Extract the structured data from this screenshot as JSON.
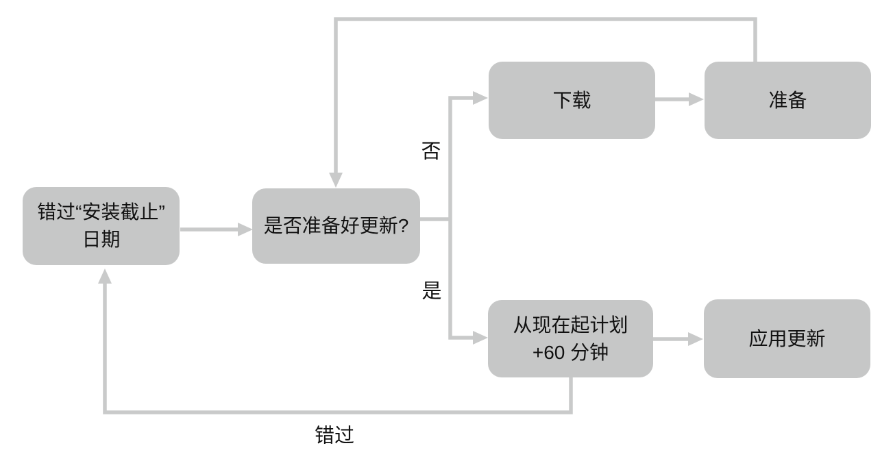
{
  "theme": {
    "background": "#ffffff",
    "node_fill": "#c6c7c7",
    "connector_color": "#c9caca",
    "text_color": "#111111"
  },
  "diagram_type": "flowchart",
  "nodes": [
    {
      "id": "missed-install-deadline",
      "lines": [
        "错过“安装截止”",
        "日期"
      ]
    },
    {
      "id": "ready-to-update",
      "lines": [
        "是否准备好更新?"
      ]
    },
    {
      "id": "download",
      "lines": [
        "下载"
      ]
    },
    {
      "id": "prepare",
      "lines": [
        "准备"
      ]
    },
    {
      "id": "schedule-plus-60-min",
      "lines": [
        "从现在起计划",
        "+60 分钟"
      ]
    },
    {
      "id": "apply-update",
      "lines": [
        "应用更新"
      ]
    }
  ],
  "edge_labels": [
    {
      "id": "no",
      "text": "否"
    },
    {
      "id": "yes",
      "text": "是"
    },
    {
      "id": "missed",
      "text": "错过"
    }
  ]
}
